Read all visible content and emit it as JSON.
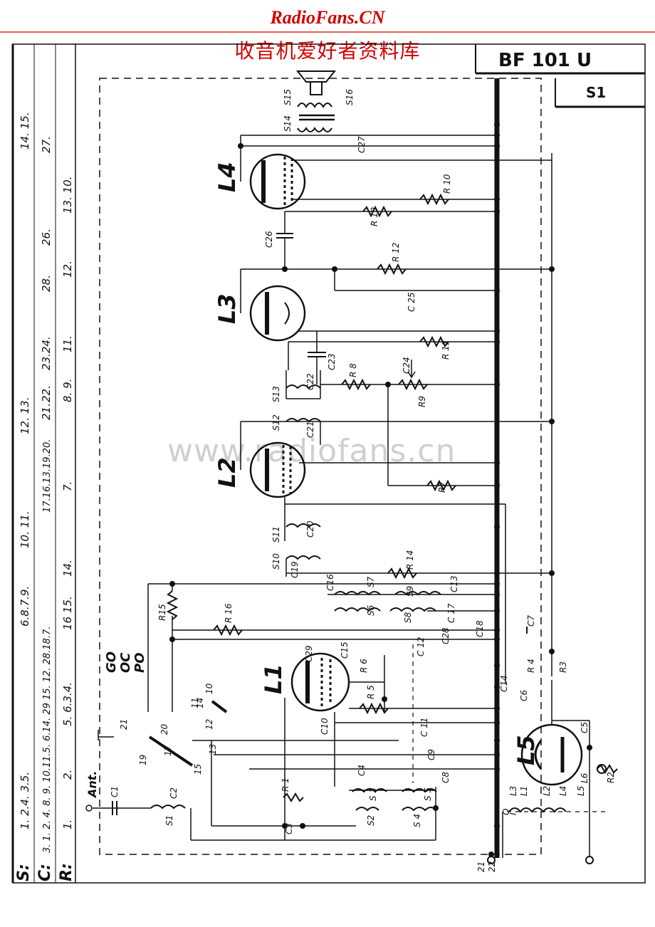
{
  "header": {
    "site": "RadioFans.CN",
    "subtitle": "收音机爱好者资料库",
    "model": "BF 101 U",
    "sheet": "S1",
    "watermark": "www.radiofans.cn"
  },
  "side_table": {
    "S_label": "S:",
    "C_label": "C:",
    "R_label": "R:",
    "S_values": [
      "1. 2.4. 3.5.",
      "6.8.7.9.",
      "10. 11.",
      "12. 13.",
      "14. 15."
    ],
    "C_values": [
      "3. 1. 2. 4. 8. 9. 10.11.5. 6.14. 29 15. 12. 28.18.7.",
      "17.16.13.19.20.",
      "21.",
      "22.",
      "23.24.",
      "28.",
      "26.",
      "27."
    ],
    "R_values": [
      "1.",
      "2.",
      "5. 6.3.4.",
      "16 15.",
      "14.",
      "7.",
      "8. 9.",
      "11.",
      "12.",
      "13. 10."
    ]
  },
  "tubes": {
    "L1": "L1",
    "L2": "L2",
    "L3": "L3",
    "L4": "L4",
    "L5": "L5"
  },
  "bands": [
    "GO",
    "OC",
    "PO"
  ],
  "antenna": "Ant.",
  "labels": {
    "S15": "S15",
    "S16": "S16",
    "S14": "S14",
    "C27": "C27",
    "R10": "R 10",
    "R13": "R 13",
    "C26": "C26",
    "R12": "R 12",
    "C25": "C 25",
    "C23": "C23",
    "C24": "C24",
    "R11": "R 11",
    "R8": "R 8",
    "R9": "R9",
    "S13": "S13",
    "C22": "C22",
    "S12": "S12",
    "C21": "C21",
    "R7": "R7",
    "S11": "S11",
    "C20": "C20",
    "S10": "S10",
    "C19": "C19",
    "R14": "R 14",
    "R15": "R15",
    "R16": "R 16",
    "C16": "C16",
    "S7": "S7",
    "S9": "S9",
    "C13": "C13",
    "S6": "S6",
    "S8": "S8",
    "C17": "C 17",
    "C18": "C18",
    "C7": "C7",
    "C28": "C28",
    "C12": "C 12",
    "C29": "C29",
    "C15": "C15",
    "R6": "R 6",
    "R5": "R 5",
    "R4": "R 4",
    "R3": "R3",
    "C14": "C14",
    "C6": "C6",
    "C10": "C10",
    "C11": "C 11",
    "C5": "C5",
    "C9": "C9",
    "C4": "C4",
    "S3": "S 3",
    "S5": "S 5",
    "C8": "C8",
    "R1": "R 1",
    "C1": "C1",
    "C2": "C2",
    "S1": "S1",
    "S2": "S2",
    "S4": "S 4",
    "C3": "C3",
    "L6": "L6",
    "R2": "R2",
    "Lx1": "L1",
    "Lx2": "L2",
    "Lx3": "L3",
    "Lx4": "L4",
    "Lx5": "L5",
    "I": "I",
    "O": "O",
    "sw10": "10",
    "sw11": "11",
    "sw12": "12",
    "sw13": "13",
    "sw14": "14",
    "sw15": "15",
    "sw17": "17",
    "sw19": "19",
    "sw20": "20",
    "sw21": "21",
    "gnd21": "21",
    "gnd22": "22"
  }
}
